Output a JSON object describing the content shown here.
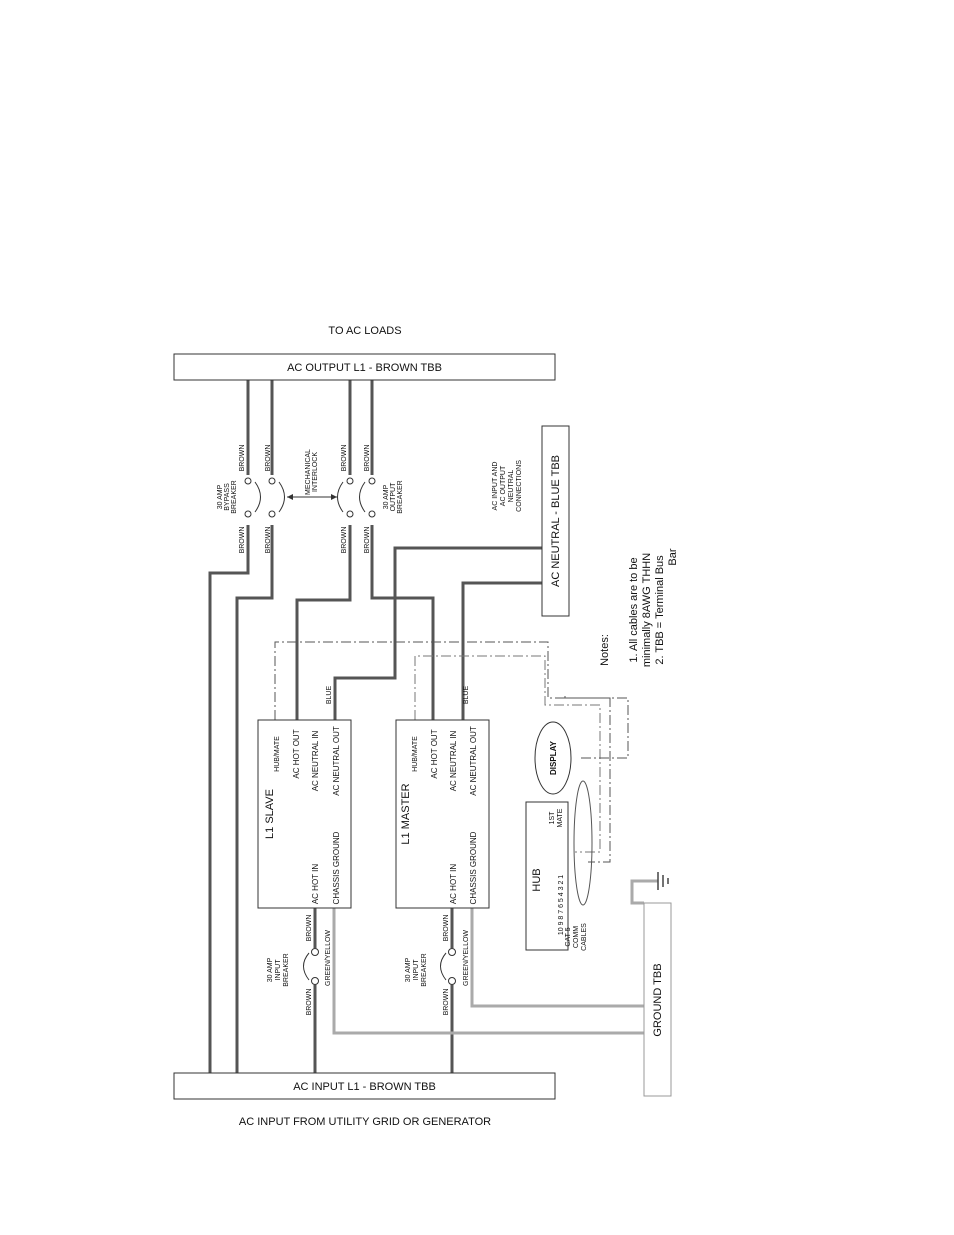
{
  "top_label": "TO AC LOADS",
  "bottom_label": "AC INPUT FROM UTILITY GRID OR GENERATOR",
  "ac_output_bar": "AC OUTPUT L1 - BROWN TBB",
  "ac_input_bar": "AC INPUT L1 - BROWN TBB",
  "neutral_bar": "AC NEUTRAL - BLUE TBB",
  "ground_bar": "GROUND TBB",
  "neutral_note": [
    "AC INPUT AND",
    "AC OUTPUT",
    "NEUTRAL",
    "CONNECTIONS"
  ],
  "bypass_breaker": [
    "30 AMP",
    "BYPASS",
    "BREAKER"
  ],
  "output_breaker": [
    "30 AMP",
    "OUTPUT",
    "BREAKER"
  ],
  "interlock": [
    "MECHANICAL",
    "INTERLOCK"
  ],
  "input_breaker": [
    "30 AMP",
    "INPUT",
    "BREAKER"
  ],
  "wire_brown": "BROWN",
  "wire_blue": "BLUE",
  "wire_greenyellow": "GREEN/YELLOW",
  "slave": {
    "title": "L1 SLAVE",
    "terminals_top": [
      "HUB/MATE",
      "AC HOT OUT",
      "AC NEUTRAL IN",
      "AC NEUTRAL OUT"
    ],
    "terminals_bottom": [
      "AC HOT IN",
      "CHASSIS GROUND"
    ]
  },
  "master": {
    "title": "L1 MASTER",
    "terminals_top": [
      "HUB/MATE",
      "AC HOT OUT",
      "AC NEUTRAL IN",
      "AC NEUTRAL OUT"
    ],
    "terminals_bottom": [
      "AC HOT IN",
      "CHASSIS GROUND"
    ]
  },
  "display": "DISPLAY",
  "hub": {
    "title": "HUB",
    "ports": "10 9 8 7 6 5 4 3 2 1",
    "mate": [
      "1ST",
      "MATE"
    ],
    "cable": [
      "CAT 5",
      "COMM",
      "CABLES"
    ]
  },
  "notes": {
    "title": "Notes:",
    "lines": [
      "1. All cables are to be",
      "minimally 8AWG THHN",
      "2. TBB = Terminal Bus",
      "Bar"
    ]
  }
}
